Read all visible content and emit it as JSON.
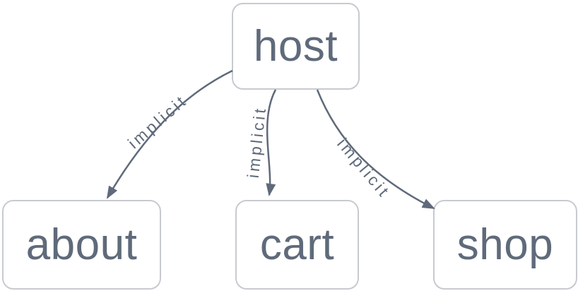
{
  "diagram": {
    "kind": "directed-graph",
    "nodes": [
      {
        "id": "host",
        "label": "host"
      },
      {
        "id": "about",
        "label": "about"
      },
      {
        "id": "cart",
        "label": "cart"
      },
      {
        "id": "shop",
        "label": "shop"
      }
    ],
    "edges": [
      {
        "from": "host",
        "to": "about",
        "label": "implicit"
      },
      {
        "from": "host",
        "to": "cart",
        "label": "implicit"
      },
      {
        "from": "host",
        "to": "shop",
        "label": "implicit"
      }
    ],
    "colors": {
      "node_fill": "#ffffff",
      "node_border": "#c7cad0",
      "node_text": "#5f6a7a",
      "edge_line": "#5f6a7a",
      "edge_label": "#5f6a7a",
      "background": "#ffffff"
    }
  }
}
